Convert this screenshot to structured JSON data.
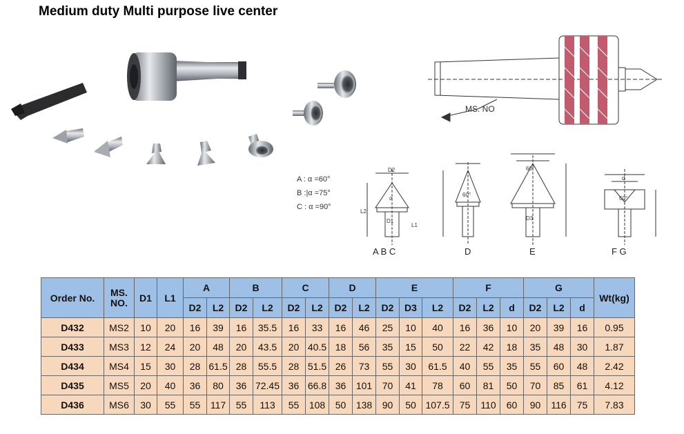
{
  "title": "Medium duty Multi purpose live center",
  "drawing": {
    "ms_label": "MS. NO"
  },
  "angles": {
    "a": "A : α =60°",
    "b": "B :|α =75°",
    "c": "C : α =90°"
  },
  "diagrams": {
    "abc_label": "A  B  C",
    "d_label": "D",
    "e_label": "E",
    "fg_label": "F  G",
    "dim_d2": "D2",
    "dim_d1": "D1",
    "dim_d3": "D3",
    "dim_l1": "L1",
    "dim_l2": "L2",
    "dim_d": "d",
    "ang_a": "α",
    "ang_60": "60°",
    "ang_60b": "60°",
    "ang_60c": "60°"
  },
  "table": {
    "headers": {
      "order": "Order No.",
      "ms": "MS.\nNO.",
      "d1": "D1",
      "l1": "L1",
      "groups": [
        "A",
        "B",
        "C",
        "D",
        "E",
        "F",
        "G"
      ],
      "wt": "Wt(kg)",
      "sub": [
        "D2",
        "L2",
        "D2",
        "L2",
        "D2",
        "L2",
        "D2",
        "L2",
        "D2",
        "D3",
        "L2",
        "D2",
        "L2",
        "d",
        "D2",
        "L2",
        "d"
      ]
    },
    "rows": [
      {
        "order": "D432",
        "ms": "MS2",
        "cells": [
          "10",
          "20",
          "16",
          "39",
          "16",
          "35.5",
          "16",
          "33",
          "16",
          "46",
          "25",
          "10",
          "40",
          "16",
          "36",
          "10",
          "20",
          "39",
          "16"
        ],
        "wt": "0.95"
      },
      {
        "order": "D433",
        "ms": "MS3",
        "cells": [
          "12",
          "24",
          "20",
          "48",
          "20",
          "43.5",
          "20",
          "40.5",
          "18",
          "56",
          "35",
          "15",
          "50",
          "22",
          "42",
          "18",
          "35",
          "48",
          "30"
        ],
        "wt": "1.87"
      },
      {
        "order": "D434",
        "ms": "MS4",
        "cells": [
          "15",
          "30",
          "28",
          "61.5",
          "28",
          "55.5",
          "28",
          "51.5",
          "26",
          "73",
          "55",
          "30",
          "61.5",
          "40",
          "55",
          "35",
          "55",
          "60",
          "48"
        ],
        "wt": "2.42"
      },
      {
        "order": "D435",
        "ms": "MS5",
        "cells": [
          "20",
          "40",
          "36",
          "80",
          "36",
          "72.45",
          "36",
          "66.8",
          "36",
          "101",
          "70",
          "41",
          "78",
          "60",
          "81",
          "50",
          "70",
          "85",
          "61"
        ],
        "wt": "4.12"
      },
      {
        "order": "D436",
        "ms": "MS6",
        "cells": [
          "30",
          "55",
          "55",
          "117",
          "55",
          "113",
          "55",
          "108",
          "50",
          "138",
          "90",
          "50",
          "107.5",
          "75",
          "110",
          "60",
          "90",
          "116",
          "75"
        ],
        "wt": "7.83"
      }
    ]
  }
}
